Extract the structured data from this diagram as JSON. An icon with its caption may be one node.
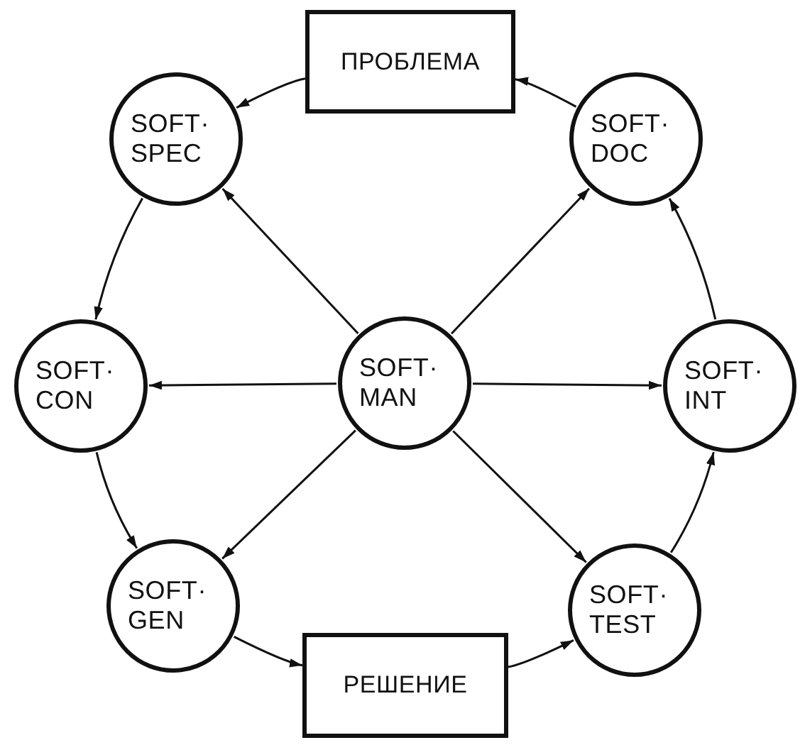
{
  "diagram": {
    "nodes": [
      {
        "text": [
          "ПРОБЛЕМА"
        ]
      },
      {
        "text": [
          "SOFT· SPEC"
        ]
      },
      {
        "text": [
          "SOFT· DOC"
        ]
      },
      {
        "text": [
          "SOFT· CON"
        ]
      },
      {
        "text": [
          "SOFT· MAN"
        ]
      },
      {
        "text": [
          "SOFT· INT"
        ]
      },
      {
        "text": [
          "SOFT· GEN"
        ]
      },
      {
        "text": [
          "SOFT· TEST"
        ]
      },
      {
        "text": [
          "РЕШЕНИЕ"
        ]
      }
    ],
    "edges": [
      {
        "from": 0,
        "to": 1,
        "arrow": "to"
      },
      {
        "from": 2,
        "to": 0,
        "arrow": "to"
      },
      {
        "from": 1,
        "to": 3,
        "arrow": "to"
      },
      {
        "from": 3,
        "to": 6,
        "arrow": "to"
      },
      {
        "from": 6,
        "to": 8,
        "arrow": "to"
      },
      {
        "from": 8,
        "to": 7,
        "arrow": "to"
      },
      {
        "from": 7,
        "to": 5,
        "arrow": "to"
      },
      {
        "from": 5,
        "to": 2,
        "arrow": "to"
      },
      {
        "from": 4,
        "to": 1,
        "arrow": "to"
      },
      {
        "from": 4,
        "to": 2,
        "arrow": "to"
      },
      {
        "from": 4,
        "to": 3,
        "arrow": "to"
      },
      {
        "from": 4,
        "to": 5,
        "arrow": "to"
      },
      {
        "from": 4,
        "to": 6,
        "arrow": "to"
      },
      {
        "from": 4,
        "to": 7,
        "arrow": "to"
      }
    ]
  }
}
